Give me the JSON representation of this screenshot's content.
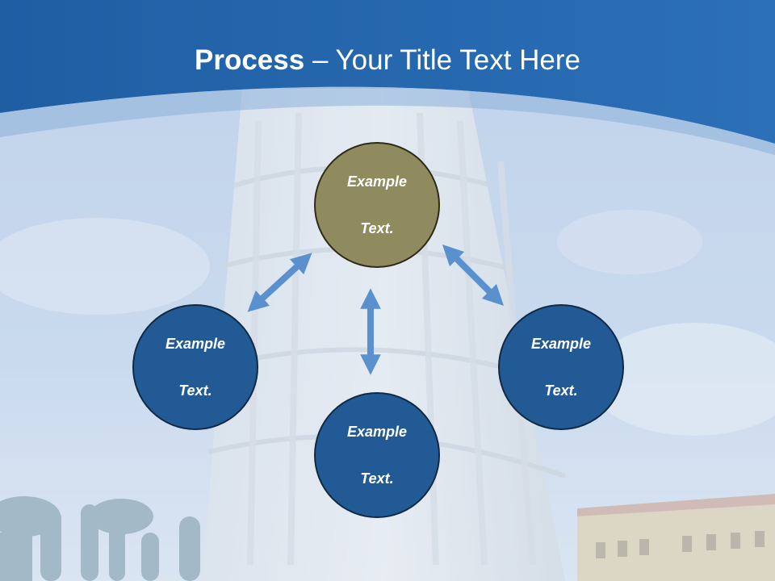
{
  "slide": {
    "title_bold": "Process",
    "title_rest": " – Your Title Text Here",
    "colors": {
      "header_blue": "#2263aa",
      "node_blue": "#225a96",
      "node_olive": "#8f8b5e",
      "arrow_blue": "#5b90cf"
    }
  },
  "nodes": {
    "top": {
      "line1": "Example",
      "line2": "Text."
    },
    "left": {
      "line1": "Example",
      "line2": "Text."
    },
    "right": {
      "line1": "Example",
      "line2": "Text."
    },
    "bottom": {
      "line1": "Example",
      "line2": "Text."
    }
  }
}
